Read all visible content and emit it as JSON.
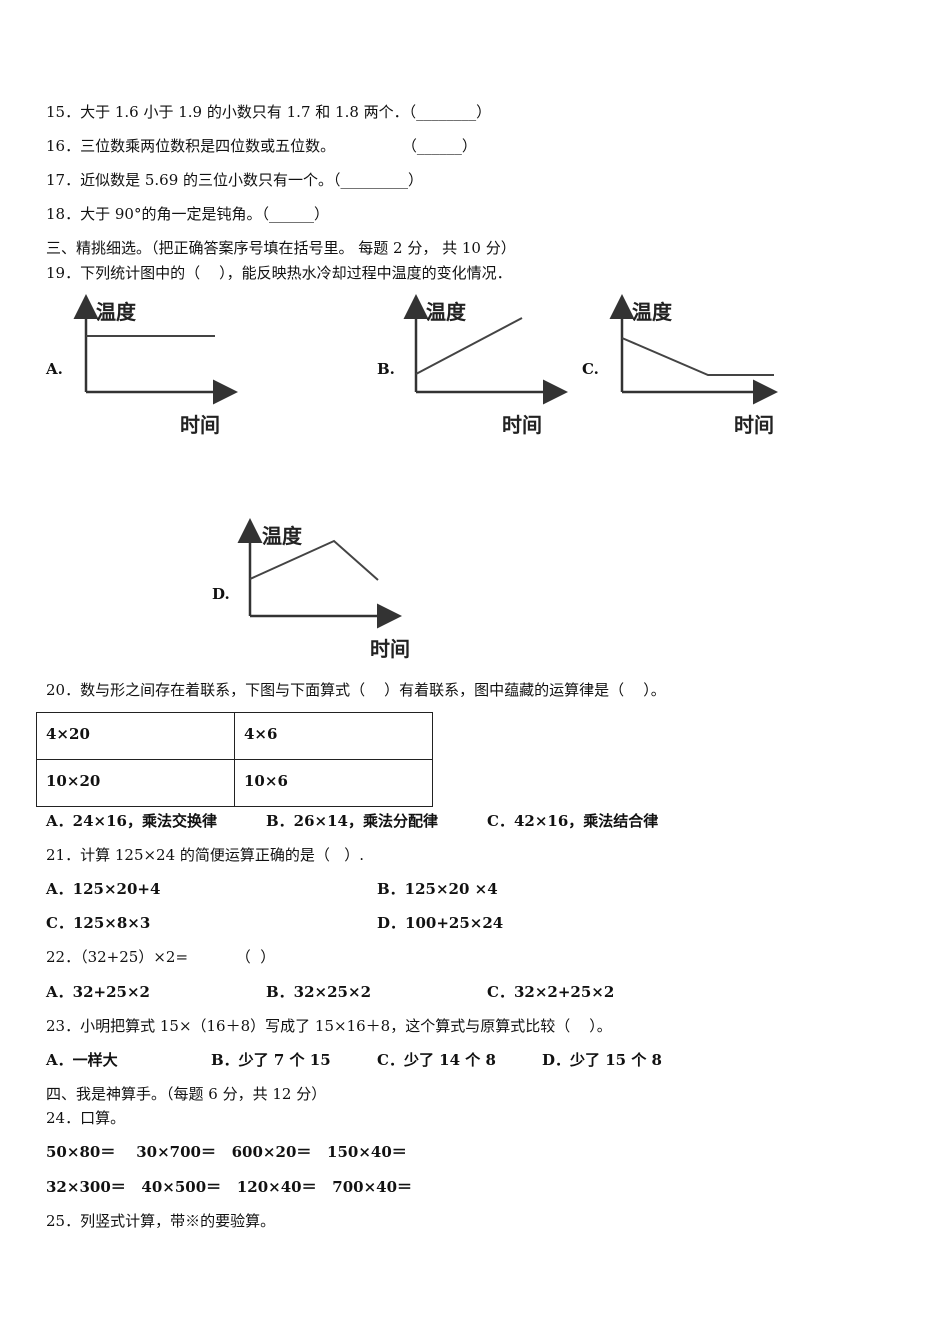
{
  "q15": "15．大于 1.6 小于 1.9 的小数只有 1.7 和 1.8 两个．（________）",
  "q16": "16．三位数乘两位数积是四位数或五位数。              （______）",
  "q17": "17．近似数是 5.69 的三位小数只有一个。（_________）",
  "q18": "18．大于 90°的角一定是钝角。（______）",
  "section3": "三、精挑细选。（把正确答案序号填在括号里。 每题 2 分， 共 10 分）",
  "q19": {
    "stem": "19．下列统计图中的（    ），能反映热水冷却过程中温度的变化情况．",
    "axis_y": "温度",
    "axis_x": "时间",
    "options": [
      "A.",
      "B.",
      "C.",
      "D."
    ]
  },
  "q20": {
    "stem": "20．数与形之间存在着联系，下图与下面算式（    ）有着联系，图中蕴藏的运算律是（    ）。",
    "grid": [
      [
        "4×20",
        "4×6"
      ],
      [
        "10×20",
        "10×6"
      ]
    ],
    "options": [
      "A．24×16，乘法交换律",
      "B．26×14，乘法分配律",
      "C．42×16，乘法结合律"
    ]
  },
  "q21": {
    "stem": "21．计算 125×24 的简便运算正确的是（   ）.",
    "options": [
      "A．125×20+4",
      "B．125×20 ×4",
      "C．125×8×3",
      "D．100+25×24"
    ]
  },
  "q22": {
    "stem": "22．（32+25）×2=          （  ）",
    "options": [
      "A．32+25×2",
      "B．32×25×2",
      "C．32×2+25×2"
    ]
  },
  "q23": {
    "stem": "23．小明把算式 15×（16＋8）写成了 15×16＋8，这个算式与原算式比较（    ）。",
    "options": [
      "A．一样大",
      "B．少了 7 个 15",
      "C．少了 14 个 8",
      "D．少了 15 个 8"
    ]
  },
  "section4": "四、我是神算手。（每题 6 分，共 12 分）",
  "q24": {
    "stem": "24．口算。",
    "row1": "50×80＝    30×700＝   600×20＝   150×40＝",
    "row2": "32×300＝   40×500＝   120×40＝   700×40＝"
  },
  "q25": "25．列竖式计算，带※的要验算。"
}
